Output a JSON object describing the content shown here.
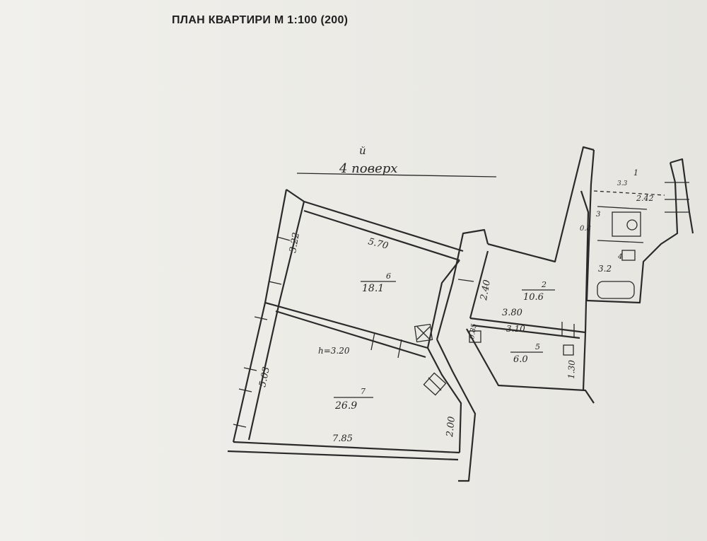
{
  "title": "ПЛАН КВАРТИРИ М 1:100 (200)",
  "floor": {
    "superscript": "й",
    "label": "4 поверх"
  },
  "dimensions": {
    "room6_top": "5.70",
    "room6_left": "3.22",
    "room7_left": "5.03",
    "room7_bottom": "7.85",
    "room7_right": "2.00",
    "corridor_height": "2.40",
    "room2_bottom": "3.80",
    "room5_top": "3.10",
    "room5_right": "1.30",
    "corridor_small": "0.85",
    "ceiling_height": "h=3.20"
  },
  "rooms": [
    {
      "id": "room-6",
      "number": "6",
      "area": "18.1"
    },
    {
      "id": "room-7",
      "number": "7",
      "area": "26.9"
    },
    {
      "id": "room-2",
      "number": "2",
      "area": "10.6"
    },
    {
      "id": "room-5",
      "number": "5",
      "area": "6.0"
    },
    {
      "id": "room-1",
      "number": "1",
      "area": "2.42",
      "prefix": "3.3"
    },
    {
      "id": "room-3",
      "number": "3",
      "area": "0.8"
    },
    {
      "id": "room-4",
      "number": "4",
      "area": "3.2"
    }
  ],
  "colors": {
    "ink": "#2a2a2a",
    "paper": "#ecebe6"
  }
}
